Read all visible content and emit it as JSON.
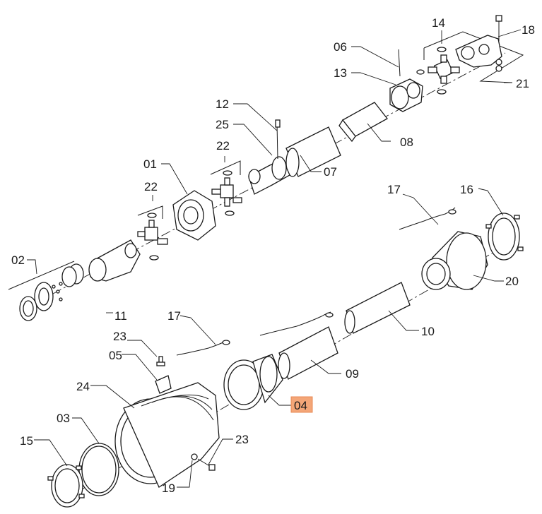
{
  "highlight_color": "#f4a678",
  "parts": {
    "p06": "06",
    "p14": "14",
    "p18": "18",
    "p13": "13",
    "p21": "21",
    "p12": "12",
    "p25": "25",
    "p08": "08",
    "p22a": "22",
    "p01": "01",
    "p07": "07",
    "p22b": "22",
    "p17a": "17",
    "p16": "16",
    "p02": "02",
    "p20": "20",
    "p11": "11",
    "p17b": "17",
    "p10": "10",
    "p23a": "23",
    "p05": "05",
    "p09": "09",
    "p24": "24",
    "p04": "04",
    "p03": "03",
    "p15": "15",
    "p23b": "23",
    "p19": "19"
  }
}
